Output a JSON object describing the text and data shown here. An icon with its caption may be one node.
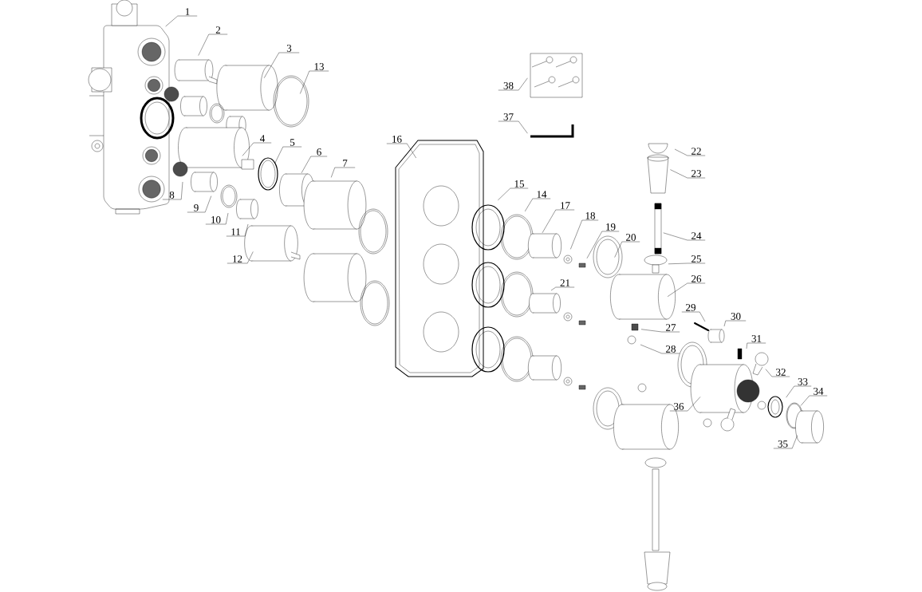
{
  "diagram": {
    "nodes": [
      {
        "text": [
          "1"
        ]
      },
      {
        "text": [
          "2"
        ]
      },
      {
        "text": [
          "3"
        ]
      },
      {
        "text": [
          "4"
        ]
      },
      {
        "text": [
          "5"
        ]
      },
      {
        "text": [
          "6"
        ]
      },
      {
        "text": [
          "7"
        ]
      },
      {
        "text": [
          "8"
        ]
      },
      {
        "text": [
          "9"
        ]
      },
      {
        "text": [
          "10"
        ]
      },
      {
        "text": [
          "11"
        ]
      },
      {
        "text": [
          "12"
        ]
      },
      {
        "text": [
          "13"
        ]
      },
      {
        "text": [
          "14"
        ]
      },
      {
        "text": [
          "15"
        ]
      },
      {
        "text": [
          "16"
        ]
      },
      {
        "text": [
          "17"
        ]
      },
      {
        "text": [
          "18"
        ]
      },
      {
        "text": [
          "19"
        ]
      },
      {
        "text": [
          "20"
        ]
      },
      {
        "text": [
          "21"
        ]
      },
      {
        "text": [
          "22"
        ]
      },
      {
        "text": [
          "23"
        ]
      },
      {
        "text": [
          "24"
        ]
      },
      {
        "text": [
          "25"
        ]
      },
      {
        "text": [
          "26"
        ]
      },
      {
        "text": [
          "27"
        ]
      },
      {
        "text": [
          "28"
        ]
      },
      {
        "text": [
          "29"
        ]
      },
      {
        "text": [
          "30"
        ]
      },
      {
        "text": [
          "31"
        ]
      },
      {
        "text": [
          "32"
        ]
      },
      {
        "text": [
          "33"
        ]
      },
      {
        "text": [
          "34"
        ]
      },
      {
        "text": [
          "35"
        ]
      },
      {
        "text": [
          "36"
        ]
      },
      {
        "text": [
          "37"
        ]
      },
      {
        "text": [
          "38"
        ]
      }
    ],
    "edges": [
      {
        "from": 0,
        "to": null,
        "arrow": "none"
      },
      {
        "from": 1,
        "to": null,
        "arrow": "none"
      },
      {
        "from": 2,
        "to": null,
        "arrow": "none"
      },
      {
        "from": 3,
        "to": null,
        "arrow": "none"
      },
      {
        "from": 4,
        "to": null,
        "arrow": "none"
      },
      {
        "from": 5,
        "to": null,
        "arrow": "none"
      },
      {
        "from": 6,
        "to": null,
        "arrow": "none"
      },
      {
        "from": 7,
        "to": null,
        "arrow": "none"
      },
      {
        "from": 8,
        "to": null,
        "arrow": "none"
      },
      {
        "from": 9,
        "to": null,
        "arrow": "none"
      },
      {
        "from": 10,
        "to": null,
        "arrow": "none"
      },
      {
        "from": 11,
        "to": null,
        "arrow": "none"
      },
      {
        "from": 12,
        "to": null,
        "arrow": "none"
      },
      {
        "from": 13,
        "to": null,
        "arrow": "none"
      },
      {
        "from": 14,
        "to": null,
        "arrow": "none"
      },
      {
        "from": 15,
        "to": null,
        "arrow": "none"
      },
      {
        "from": 16,
        "to": null,
        "arrow": "none"
      },
      {
        "from": 17,
        "to": null,
        "arrow": "none"
      },
      {
        "from": 18,
        "to": null,
        "arrow": "none"
      },
      {
        "from": 19,
        "to": null,
        "arrow": "none"
      },
      {
        "from": 20,
        "to": null,
        "arrow": "none"
      },
      {
        "from": 21,
        "to": null,
        "arrow": "none"
      },
      {
        "from": 22,
        "to": null,
        "arrow": "none"
      },
      {
        "from": 23,
        "to": null,
        "arrow": "none"
      },
      {
        "from": 24,
        "to": null,
        "arrow": "none"
      },
      {
        "from": 25,
        "to": null,
        "arrow": "none"
      },
      {
        "from": 26,
        "to": null,
        "arrow": "none"
      },
      {
        "from": 27,
        "to": null,
        "arrow": "none"
      },
      {
        "from": 28,
        "to": null,
        "arrow": "none"
      },
      {
        "from": 29,
        "to": null,
        "arrow": "none"
      },
      {
        "from": 30,
        "to": null,
        "arrow": "none"
      },
      {
        "from": 31,
        "to": null,
        "arrow": "none"
      },
      {
        "from": 32,
        "to": null,
        "arrow": "none"
      },
      {
        "from": 33,
        "to": null,
        "arrow": "none"
      },
      {
        "from": 34,
        "to": null,
        "arrow": "none"
      },
      {
        "from": 35,
        "to": null,
        "arrow": "none"
      },
      {
        "from": 36,
        "to": null,
        "arrow": "none"
      },
      {
        "from": 37,
        "to": null,
        "arrow": "none"
      }
    ]
  }
}
